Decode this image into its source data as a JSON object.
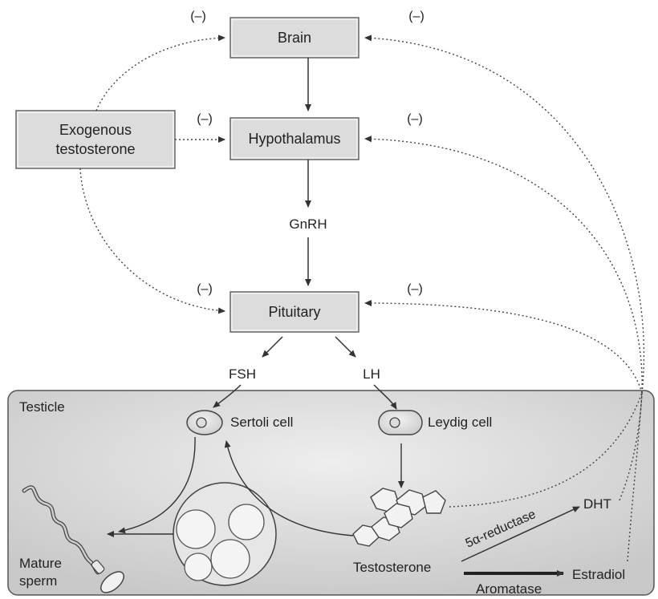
{
  "nodes": {
    "brain": "Brain",
    "hypothalamus": "Hypothalamus",
    "pituitary": "Pituitary",
    "exogenous_line1": "Exogenous",
    "exogenous_line2": "testosterone",
    "testicle": "Testicle",
    "sertoli": "Sertoli cell",
    "leydig": "Leydig cell",
    "testosterone": "Testosterone",
    "dht": "DHT",
    "estradiol": "Estradiol",
    "mature_line1": "Mature",
    "mature_line2": "sperm"
  },
  "hormones": {
    "gnrh": "GnRH",
    "fsh": "FSH",
    "lh": "LH"
  },
  "enzymes": {
    "reductase": "5α-reductase",
    "aromatase": "Aromatase"
  },
  "feedback_mark": "(–)",
  "colors": {
    "box_fill": "#dcdcdc",
    "testicle_fill": "#cfcfcf",
    "line": "#333333"
  }
}
